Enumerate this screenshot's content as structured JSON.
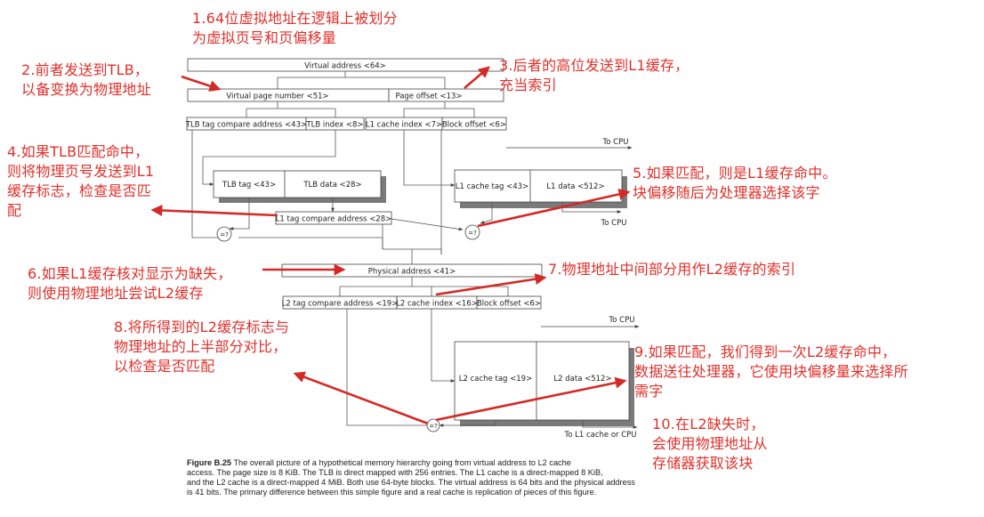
{
  "colors": {
    "annotation": "#e0302a",
    "arrow": "#d42a25",
    "line": "#555555",
    "box_border": "#444444",
    "shadow": "#7a7a7a",
    "text": "#222222"
  },
  "diagram": {
    "virtual_address": "Virtual address <64>",
    "virtual_page_number": "Virtual page number <51>",
    "page_offset": "Page offset <13>",
    "tlb_tag_compare_address": "TLB tag compare address <43>",
    "tlb_index": "TLB index <8>",
    "l1_cache_index": "L1 cache index <7>",
    "l1_block_offset": "Block offset <6>",
    "to_cpu_1": "To CPU",
    "tlb_tag": "TLB tag <43>",
    "tlb_data": "TLB data <28>",
    "l1_cache_tag": "L1 cache tag <43>",
    "l1_data": "L1 data <512>",
    "l1_tag_compare_address": "L1 tag compare address <28>",
    "to_cpu_2": "To CPU",
    "comparator": "=?",
    "physical_address": "Physical address <41>",
    "l2_tag_compare_address": "L2 tag compare address <19>",
    "l2_cache_index": "L2 cache index <16>",
    "l2_block_offset": "Block offset <6>",
    "to_cpu_3": "To CPU",
    "l2_cache_tag": "L2 cache tag <19>",
    "l2_data": "L2 data <512>",
    "to_l1_or_cpu": "To L1 cache or CPU"
  },
  "annotations": {
    "a1": [
      "1.64位虚拟地址在逻辑上被划分",
      "为虚拟页号和页偏移量"
    ],
    "a2": [
      "2.前者发送到TLB，",
      "以备变换为物理地址"
    ],
    "a3": [
      "3.后者的高位发送到L1缓存，",
      "充当索引"
    ],
    "a4": [
      "4.如果TLB匹配命中，",
      "则将物理页号发送到L1",
      "缓存标志，检查是否匹",
      "配"
    ],
    "a5": [
      "5.如果匹配，则是L1缓存命中。",
      "块偏移随后为处理器选择该字"
    ],
    "a6": [
      "6.如果L1缓存核对显示为缺失，",
      "则使用物理地址尝试L2缓存"
    ],
    "a7": [
      "7.物理地址中间部分用作L2缓存的索引"
    ],
    "a8": [
      "8.将所得到的L2缓存标志与",
      "物理地址的上半部分对比，",
      "以检查是否匹配"
    ],
    "a9": [
      "9.如果匹配，我们得到一次L2缓存命中，",
      "数据送往处理器，它使用块偏移量来选择所",
      "需字"
    ],
    "a10": [
      "10.在L2缺失时，",
      "会使用物理地址从",
      "存储器获取该块"
    ]
  },
  "caption": {
    "label": "Figure B.25",
    "lines": [
      "The overall picture of a hypothetical memory hierarchy going from virtual address to L2 cache",
      "access. The page size is 8 KiB. The TLB is direct mapped with 256 entries. The L1 cache is a direct-mapped 8 KiB,",
      "and the L2 cache is a direct-mapped 4 MiB. Both use 64-byte blocks. The virtual address is 64 bits and the physical address",
      "is 41 bits. The primary difference between this simple figure and a real cache is replication of pieces of this figure."
    ]
  }
}
